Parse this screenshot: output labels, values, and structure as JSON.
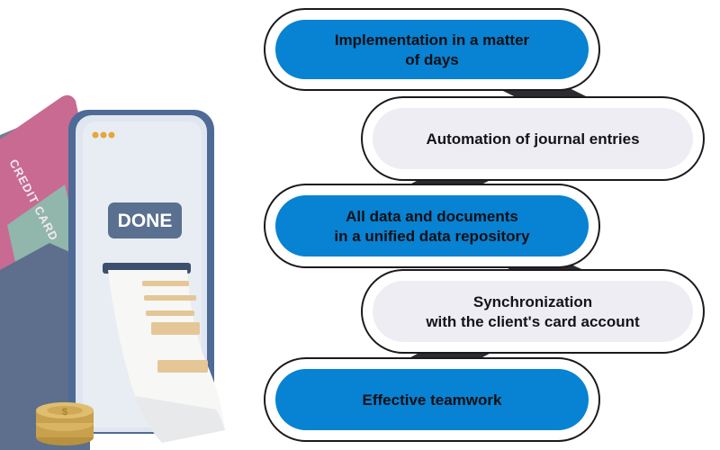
{
  "illustration": {
    "card_label": "CREDIT CARD",
    "screen_label": "DONE"
  },
  "steps": [
    {
      "lines": [
        "Implementation in a matter",
        "of days"
      ],
      "style": "blue"
    },
    {
      "lines": [
        "Automation of journal entries"
      ],
      "style": "light"
    },
    {
      "lines": [
        "All data and documents",
        "in a unified data repository"
      ],
      "style": "blue"
    },
    {
      "lines": [
        "Synchronization",
        "with the client's card account"
      ],
      "style": "light"
    },
    {
      "lines": [
        "Effective teamwork"
      ],
      "style": "blue"
    }
  ],
  "colors": {
    "blue": "#0882d2",
    "light": "#eeedf4",
    "connector": "#2b2b30",
    "outline": "#1a1a1e",
    "text_on_blue": "#101014",
    "text_on_light": "#141418"
  }
}
